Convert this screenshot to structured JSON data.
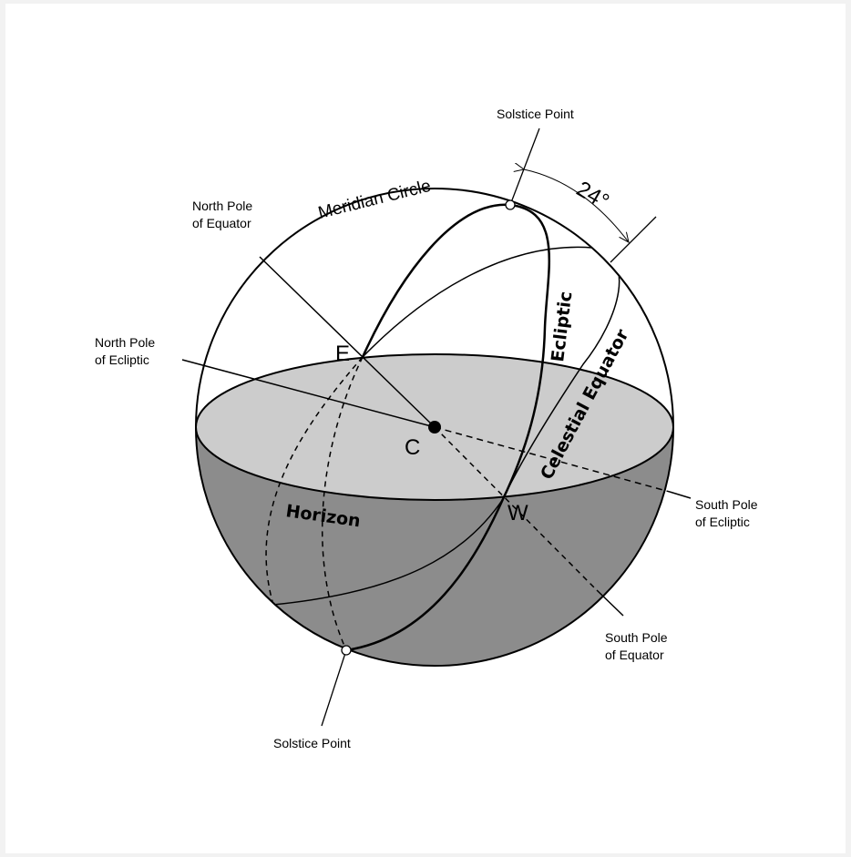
{
  "diagram": {
    "labels": {
      "solstice_top": "Solstice Point",
      "solstice_bottom": "Solstice Point",
      "angle": "24°",
      "meridian_circle": "Meridian Circle",
      "north_pole_equator_1": "North Pole",
      "north_pole_equator_2": "of Equator",
      "north_pole_ecliptic_1": "North Pole",
      "north_pole_ecliptic_2": "of Ecliptic",
      "south_pole_ecliptic_1": "South Pole",
      "south_pole_ecliptic_2": "of Ecliptic",
      "south_pole_equator_1": "South Pole",
      "south_pole_equator_2": "of Equator",
      "east": "E",
      "west": "W",
      "center": "C",
      "ecliptic": "Ecliptic",
      "celestial_equator": "Celestial Equator",
      "horizon": "Horizon"
    },
    "colors": {
      "horizon_plane": "#cccccc",
      "lower_hemisphere": "#8c8c8c",
      "line": "#000000"
    }
  }
}
